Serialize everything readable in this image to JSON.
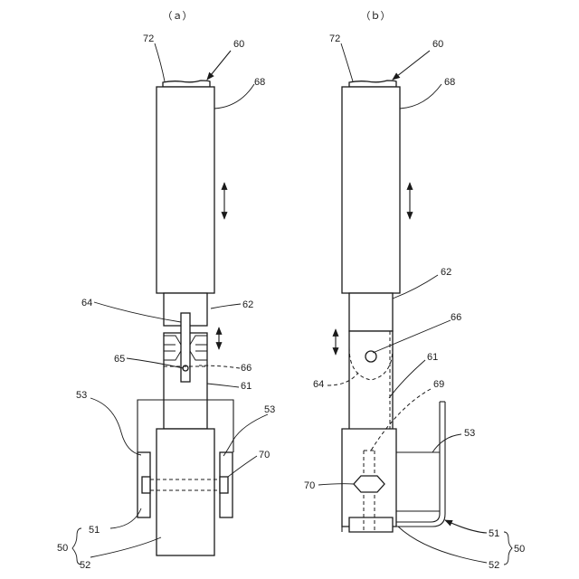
{
  "view_a": {
    "caption": "（ａ）",
    "labels": {
      "l72": "72",
      "l60": "60",
      "l68": "68",
      "l64": "64",
      "l62": "62",
      "l65": "65",
      "l66": "66",
      "l61": "61",
      "l53a": "53",
      "l53b": "53",
      "l70": "70",
      "l51": "51",
      "l50": "50",
      "l52": "52"
    }
  },
  "view_b": {
    "caption": "（ｂ）",
    "labels": {
      "l72": "72",
      "l60": "60",
      "l68": "68",
      "l62": "62",
      "l66": "66",
      "l61": "61",
      "l64": "64",
      "l69": "69",
      "l53": "53",
      "l70": "70",
      "l51": "51",
      "l50": "50",
      "l52": "52"
    }
  }
}
